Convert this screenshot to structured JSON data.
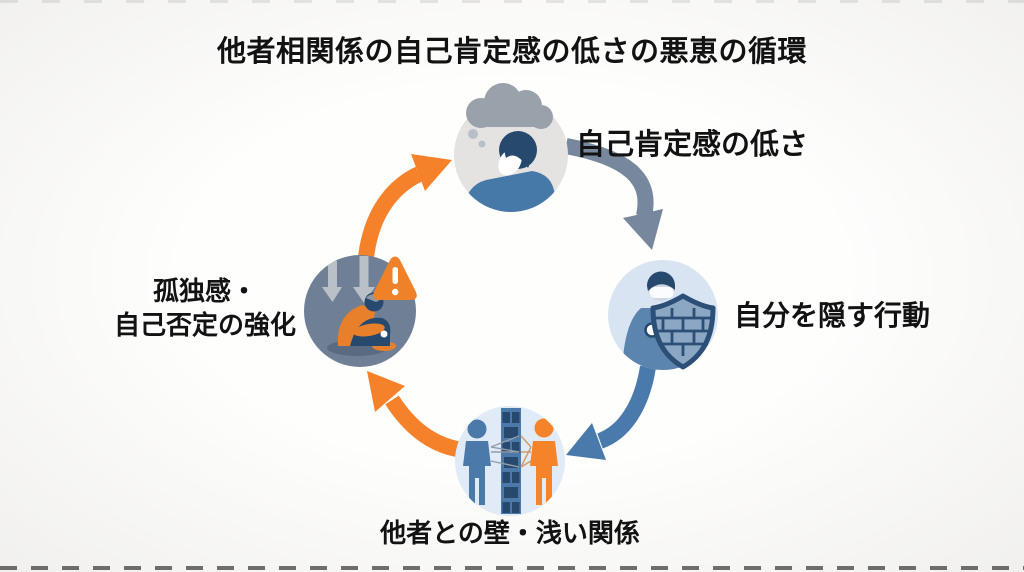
{
  "title": "他者相関係の自己肯定感の低さの悪恵の循環",
  "diagram": {
    "type": "cycle",
    "nodes": [
      {
        "id": "low-self-esteem",
        "position": "top",
        "label": "自己肯定感の低さ",
        "icon": "person-with-dark-thought-cloud",
        "circle_color": "#e4e3e1"
      },
      {
        "id": "hiding-behavior",
        "position": "right",
        "label": "自分を隠す行動",
        "icon": "masked-person-with-brick-shield",
        "circle_color": "#d9e4f2"
      },
      {
        "id": "walls-shallow-relationships",
        "position": "bottom",
        "label": "他者との壁・浅い関係",
        "icon": "two-people-separated-by-brick-wall",
        "circle_color": "#e0ebf7"
      },
      {
        "id": "loneliness-self-denial",
        "position": "left",
        "label_line1": "孤独感・",
        "label_line2": "自己否定の強化",
        "icon": "crouched-person-with-down-arrows-and-warning",
        "circle_color": "#6f7f96"
      }
    ],
    "arrows": [
      {
        "from": "low-self-esteem",
        "to": "hiding-behavior",
        "color": "#76879e"
      },
      {
        "from": "hiding-behavior",
        "to": "walls-shallow-relationships",
        "color": "#4a7aab"
      },
      {
        "from": "walls-shallow-relationships",
        "to": "loneliness-self-denial",
        "color": "#f5822a"
      },
      {
        "from": "loneliness-self-denial",
        "to": "low-self-esteem",
        "color": "#f5822a"
      }
    ]
  },
  "colors": {
    "background_center": "#fefefd",
    "background_edge": "#f1f0ee",
    "text": "#121212",
    "orange": "#f5822a",
    "slate_arrow": "#76879e",
    "steel_blue_arrow": "#4a7aab",
    "dark_navy": "#27496d",
    "person_blue": "#4b79a9",
    "left_circle_slate": "#6f7f96"
  }
}
